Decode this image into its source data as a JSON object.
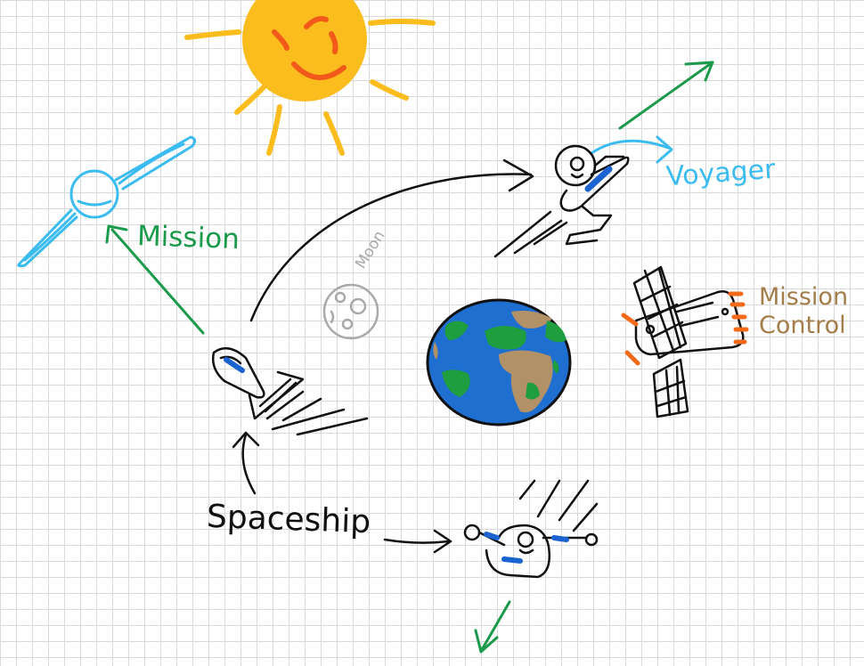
{
  "labels": {
    "mission": "Mission",
    "voyager": "Voyager",
    "moon": "Moon",
    "spaceship": "Spaceship",
    "mission_control": "Mission\nControl"
  },
  "colors": {
    "ink": "#111111",
    "green": "#1a9a4a",
    "sky": "#3bbcf0",
    "sun": "#fbbc1e",
    "sun_face": "#f25a1c",
    "ocean": "#1f6fd1",
    "land_green": "#1e9e3e",
    "land_brown": "#b39167",
    "brown_text": "#a47c49",
    "moon_grey": "#a9a9a9",
    "orange": "#f26a1a",
    "blue_stripe": "#1b63d1"
  },
  "icons": [
    "sun-icon",
    "satellite-icon",
    "earth-icon",
    "moon-icon",
    "spaceship-icon",
    "rocket-icon",
    "space-station-icon",
    "lander-icon",
    "arrow-icon"
  ]
}
